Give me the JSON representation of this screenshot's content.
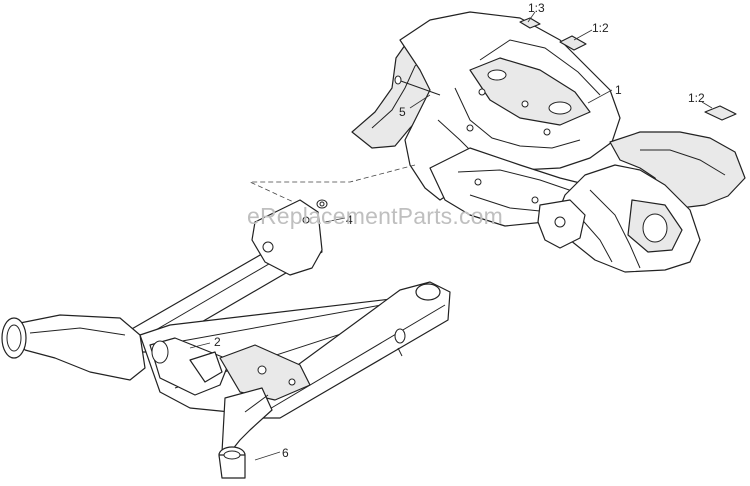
{
  "callouts": [
    {
      "id": "c1",
      "label": "1"
    },
    {
      "id": "c2",
      "label": "2"
    },
    {
      "id": "c4",
      "label": "4"
    },
    {
      "id": "c5",
      "label": "5"
    },
    {
      "id": "c6",
      "label": "6"
    },
    {
      "id": "c13",
      "label": "1:3"
    },
    {
      "id": "c12a",
      "label": "1:2"
    },
    {
      "id": "c12b",
      "label": "1:2"
    }
  ],
  "watermark": "eReplacementParts.com"
}
